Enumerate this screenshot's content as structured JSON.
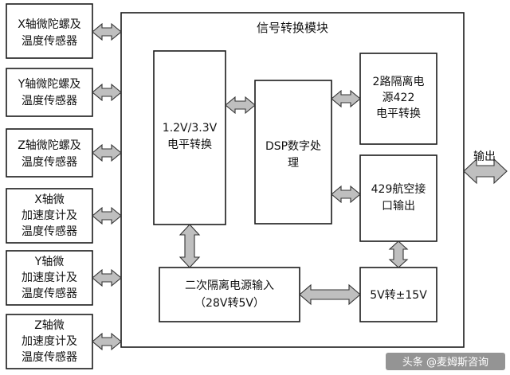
{
  "module": {
    "title": "信号转换模块"
  },
  "sensors": [
    {
      "lines": [
        "X轴微陀螺及",
        "温度传感器"
      ]
    },
    {
      "lines": [
        "Y轴微陀螺及",
        "温度传感器"
      ]
    },
    {
      "lines": [
        "Z轴微陀螺及",
        "温度传感器"
      ]
    },
    {
      "lines": [
        "X轴微",
        "加速度计及",
        "温度传感器"
      ]
    },
    {
      "lines": [
        "Y轴微",
        "加速度计及",
        "温度传感器"
      ]
    },
    {
      "lines": [
        "Z轴微",
        "加速度计及",
        "温度传感器"
      ]
    }
  ],
  "level_convert": {
    "lines": [
      "1.2V/3.3V",
      "电平转换"
    ]
  },
  "dsp": {
    "lines": [
      "DSP数字处",
      "理"
    ]
  },
  "iso422": {
    "lines": [
      "2路隔离电",
      "源422",
      "电平转换"
    ]
  },
  "a429": {
    "lines": [
      "429航空接",
      "口输出"
    ]
  },
  "psu": {
    "lines": [
      "二次隔离电源输入",
      "（28V转5V）"
    ]
  },
  "conv5v": {
    "lines": [
      "5V转±15V"
    ]
  },
  "output": {
    "label": "输出"
  },
  "watermark": {
    "text": "头条 @麦姆斯咨询"
  },
  "colors": {
    "arrow_fill": "#bfbfbf",
    "arrow_stroke": "#333333",
    "box_stroke": "#1a1a1a"
  }
}
